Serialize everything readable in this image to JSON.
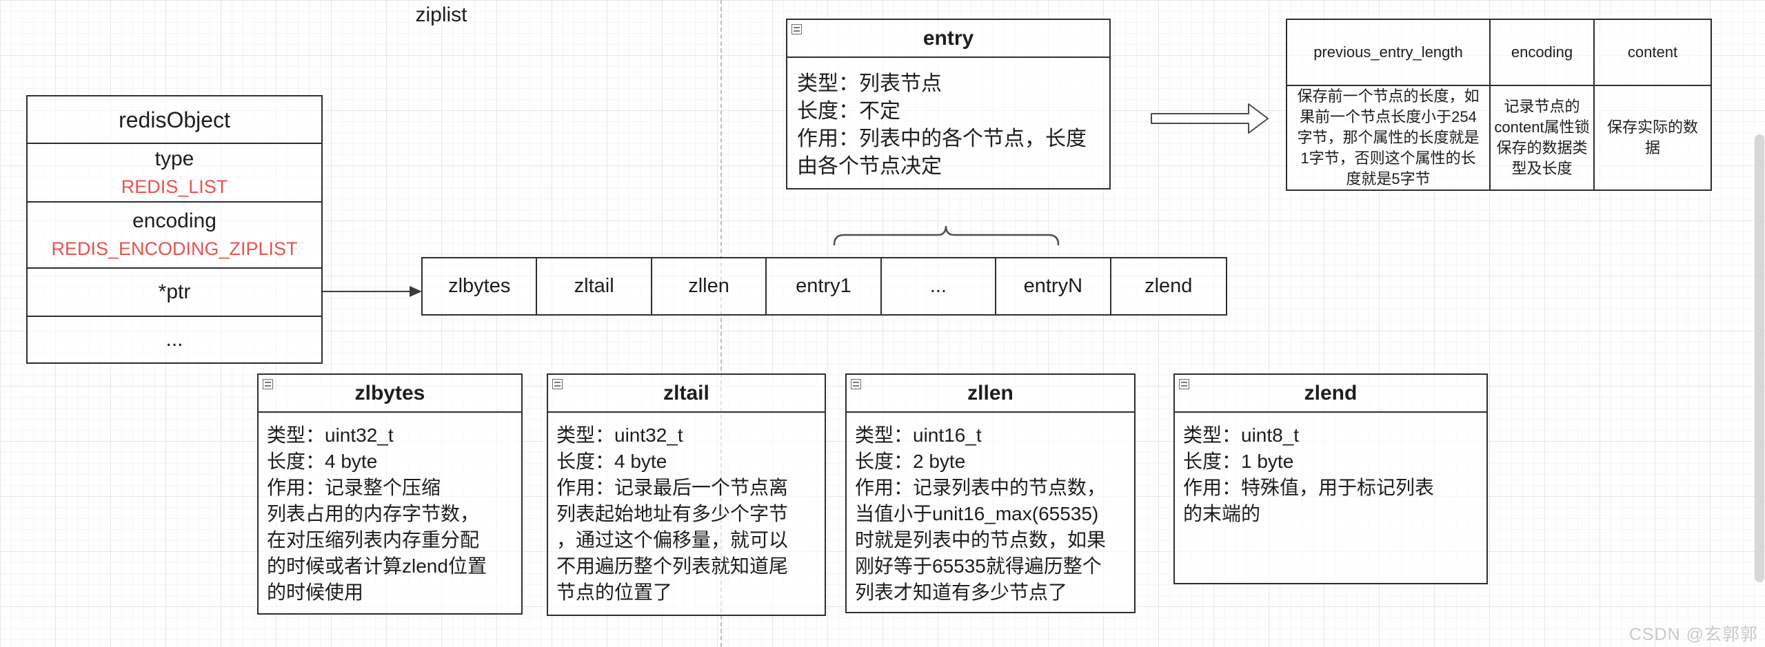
{
  "canvas": {
    "title": "ziplist",
    "watermark": "CSDN @玄郭郭",
    "accent_red": "#e8524f",
    "border_color": "#2e2e2e"
  },
  "redis_object": {
    "title": "redisObject",
    "rows": [
      {
        "label": "type",
        "value": "REDIS_LIST"
      },
      {
        "label": "encoding",
        "value": "REDIS_ENCODING_ZIPLIST"
      },
      {
        "label": "*ptr"
      },
      {
        "label": "..."
      }
    ]
  },
  "entry_box": {
    "title": "entry",
    "lines": [
      "类型：列表节点",
      "长度：不定",
      "作用：列表中的各个节点，长度",
      "由各个节点决定"
    ]
  },
  "entry_fields_table": {
    "columns": [
      {
        "header": "previous_entry_length",
        "lines": [
          "保存前一个节点的长度，如",
          "果前一个节点长度小于254",
          "字节，那个属性的长度就是",
          "1字节，否则这个属性的长",
          "度就是5字节"
        ]
      },
      {
        "header": "encoding",
        "lines": [
          "记录节点的",
          "content属性锁",
          "保存的数据类",
          "型及长度"
        ]
      },
      {
        "header": "content",
        "lines": [
          "保存实际的数",
          "据"
        ]
      }
    ]
  },
  "ziplist_array": {
    "cells": [
      "zlbytes",
      "zltail",
      "zllen",
      "entry1",
      "...",
      "entryN",
      "zlend"
    ]
  },
  "detail_boxes": {
    "zlbytes": {
      "title": "zlbytes",
      "lines": [
        "类型：uint32_t",
        "长度：4 byte",
        "作用：记录整个压缩",
        "列表占用的内存字节数，",
        "在对压缩列表内存重分配",
        "的时候或者计算zlend位置",
        "的时候使用"
      ]
    },
    "zltail": {
      "title": "zltail",
      "lines": [
        "类型：uint32_t",
        "长度：4 byte",
        "作用：记录最后一个节点离",
        "列表起始地址有多少个字节",
        "，通过这个偏移量，就可以",
        "不用遍历整个列表就知道尾",
        "节点的位置了"
      ]
    },
    "zllen": {
      "title": "zllen",
      "lines": [
        "类型：uint16_t",
        "长度：2 byte",
        "作用：记录列表中的节点数，",
        "当值小于unit16_max(65535)",
        "时就是列表中的节点数，如果",
        "刚好等于65535就得遍历整个",
        "列表才知道有多少节点了"
      ]
    },
    "zlend": {
      "title": "zlend",
      "lines": [
        "类型：uint8_t",
        "长度：1 byte",
        "作用：特殊值，用于标记列表",
        "的末端的"
      ]
    }
  }
}
